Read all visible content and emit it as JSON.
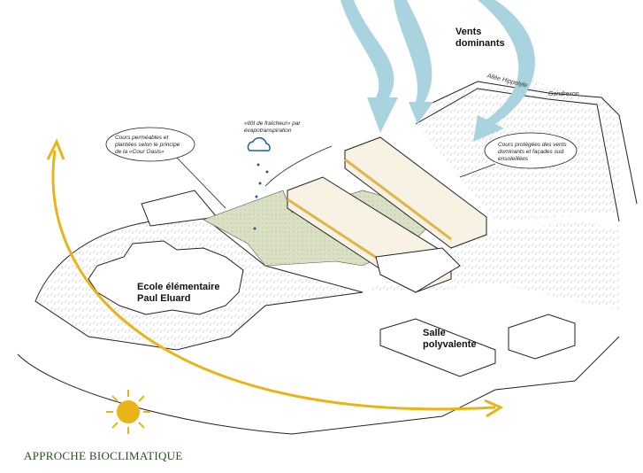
{
  "title": "APPROCHE BIOCLIMATIQUE",
  "labels": {
    "wind": "Vents dominants",
    "school": "Ecole élémentaire Paul Eluard",
    "hall": "Salle polyvalente",
    "road_1": "Allée Hippolyte",
    "road_2": "Gondrexon"
  },
  "callouts": {
    "oasis": "Cours perméables et plantées selon le principe de la «Cour Oasis»",
    "cool_island": "«Ilôt de fraîcheur» par évapotranspiration",
    "protected": "Cours protégées des vents dominants et façades sud ensoleillées"
  },
  "colors": {
    "sun": "#e8b417",
    "wind": "#a9d3df",
    "courtyard": "#d9e0c3",
    "title": "#2f4a2a"
  }
}
